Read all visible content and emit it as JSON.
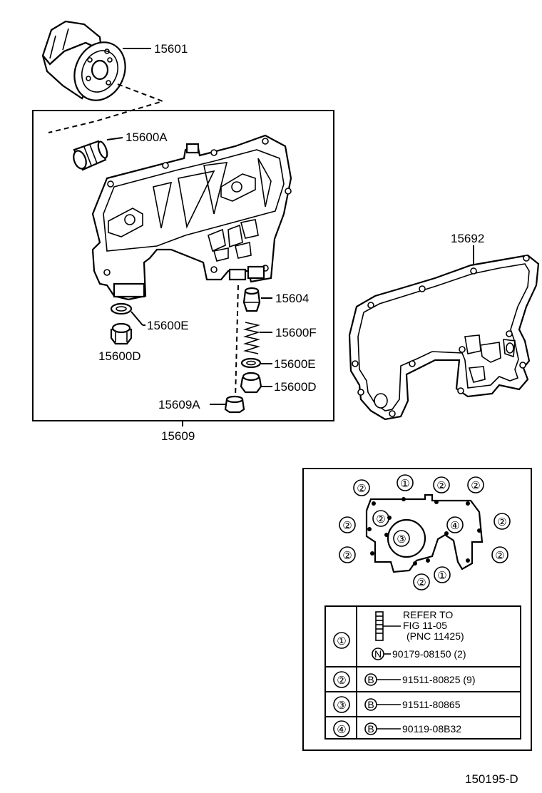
{
  "parts": {
    "p15601": "15601",
    "p15600A": "15600A",
    "p15604": "15604",
    "p15600E_left": "15600E",
    "p15600F": "15600F",
    "p15600E_right": "15600E",
    "p15600D_left": "15600D",
    "p15600D_right": "15600D",
    "p15609A": "15609A",
    "p15609": "15609",
    "p15692": "15692"
  },
  "bolt_positions": {
    "top_row": [
      "②",
      "①",
      "②",
      "②"
    ],
    "left_col": [
      "②",
      "②"
    ],
    "right_col": [
      "②",
      "②"
    ],
    "inner": [
      "②",
      "③",
      "④"
    ],
    "bottom": [
      "②",
      "①"
    ]
  },
  "legend": {
    "row1": {
      "key": "①",
      "refer": "REFER TO",
      "fig": "FIG 11-05",
      "pnc": "(PNC 11425)",
      "marker": "N",
      "part": "90179-08150 (2)"
    },
    "row2": {
      "key": "②",
      "marker": "B",
      "part": "91511-80825 (9)"
    },
    "row3": {
      "key": "③",
      "marker": "B",
      "part": "91511-80865"
    },
    "row4": {
      "key": "④",
      "marker": "B",
      "part": "90119-08B32"
    }
  },
  "footer": {
    "code": "150195-D"
  }
}
